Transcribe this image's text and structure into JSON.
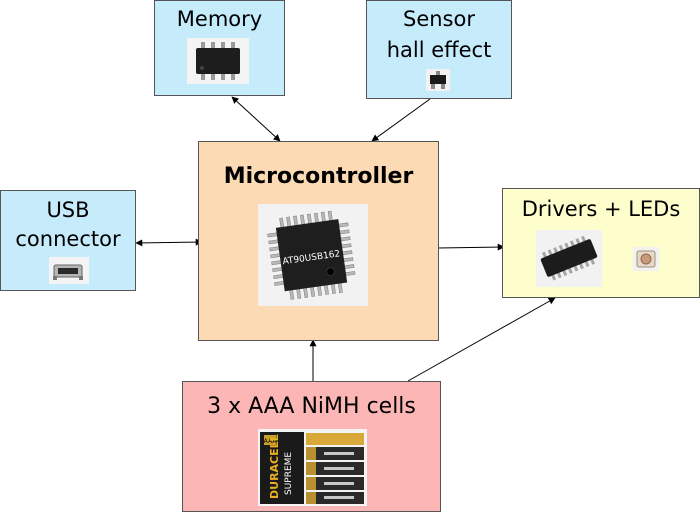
{
  "colors": {
    "blue_box": "#c6ecfc",
    "orange_box": "#fcdbb4",
    "yellow_box": "#fefecc",
    "red_box": "#fcb6b6",
    "line": "#000000"
  },
  "nodes": {
    "memory": {
      "label": "Memory",
      "icon": "soic8-chip-icon"
    },
    "sensor": {
      "label_line1": "Sensor",
      "label_line2": "hall effect",
      "icon": "sot-sensor-icon"
    },
    "usb": {
      "label_line1": "USB",
      "label_line2": "connector",
      "icon": "mini-usb-connector-icon"
    },
    "mcu": {
      "label": "Microcontroller",
      "chip_text": "AT90USB162",
      "icon": "tqfp-chip-icon"
    },
    "drivers": {
      "label": "Drivers + LEDs",
      "icons": [
        "soic16-driver-icon",
        "smd-led-icon"
      ]
    },
    "battery": {
      "label": "3 x AAA NiMH cells",
      "icon": "battery-pack-icon",
      "pack_brand": "DURACELL",
      "pack_sub": "SUPREME",
      "pack_size": "AAA"
    }
  },
  "edges": [
    {
      "from": "memory",
      "to": "mcu",
      "direction": "both"
    },
    {
      "from": "sensor",
      "to": "mcu",
      "direction": "forward"
    },
    {
      "from": "usb",
      "to": "mcu",
      "direction": "both"
    },
    {
      "from": "mcu",
      "to": "drivers",
      "direction": "forward"
    },
    {
      "from": "battery",
      "to": "mcu",
      "direction": "forward"
    },
    {
      "from": "battery",
      "to": "drivers",
      "direction": "forward"
    }
  ]
}
